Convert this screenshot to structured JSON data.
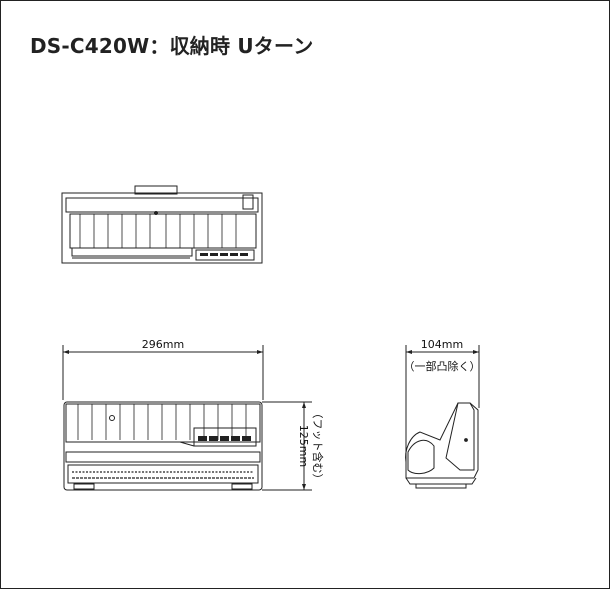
{
  "title": "DS-C420W：収納時 Uターン",
  "dimensions": {
    "width_label": "296mm",
    "depth_label": "104mm",
    "depth_note": "（一部凸除く）",
    "height_label": "125mm",
    "height_note": "（フット含む）"
  },
  "views": {
    "top": "top-view",
    "front": "front-view",
    "side": "side-view"
  }
}
